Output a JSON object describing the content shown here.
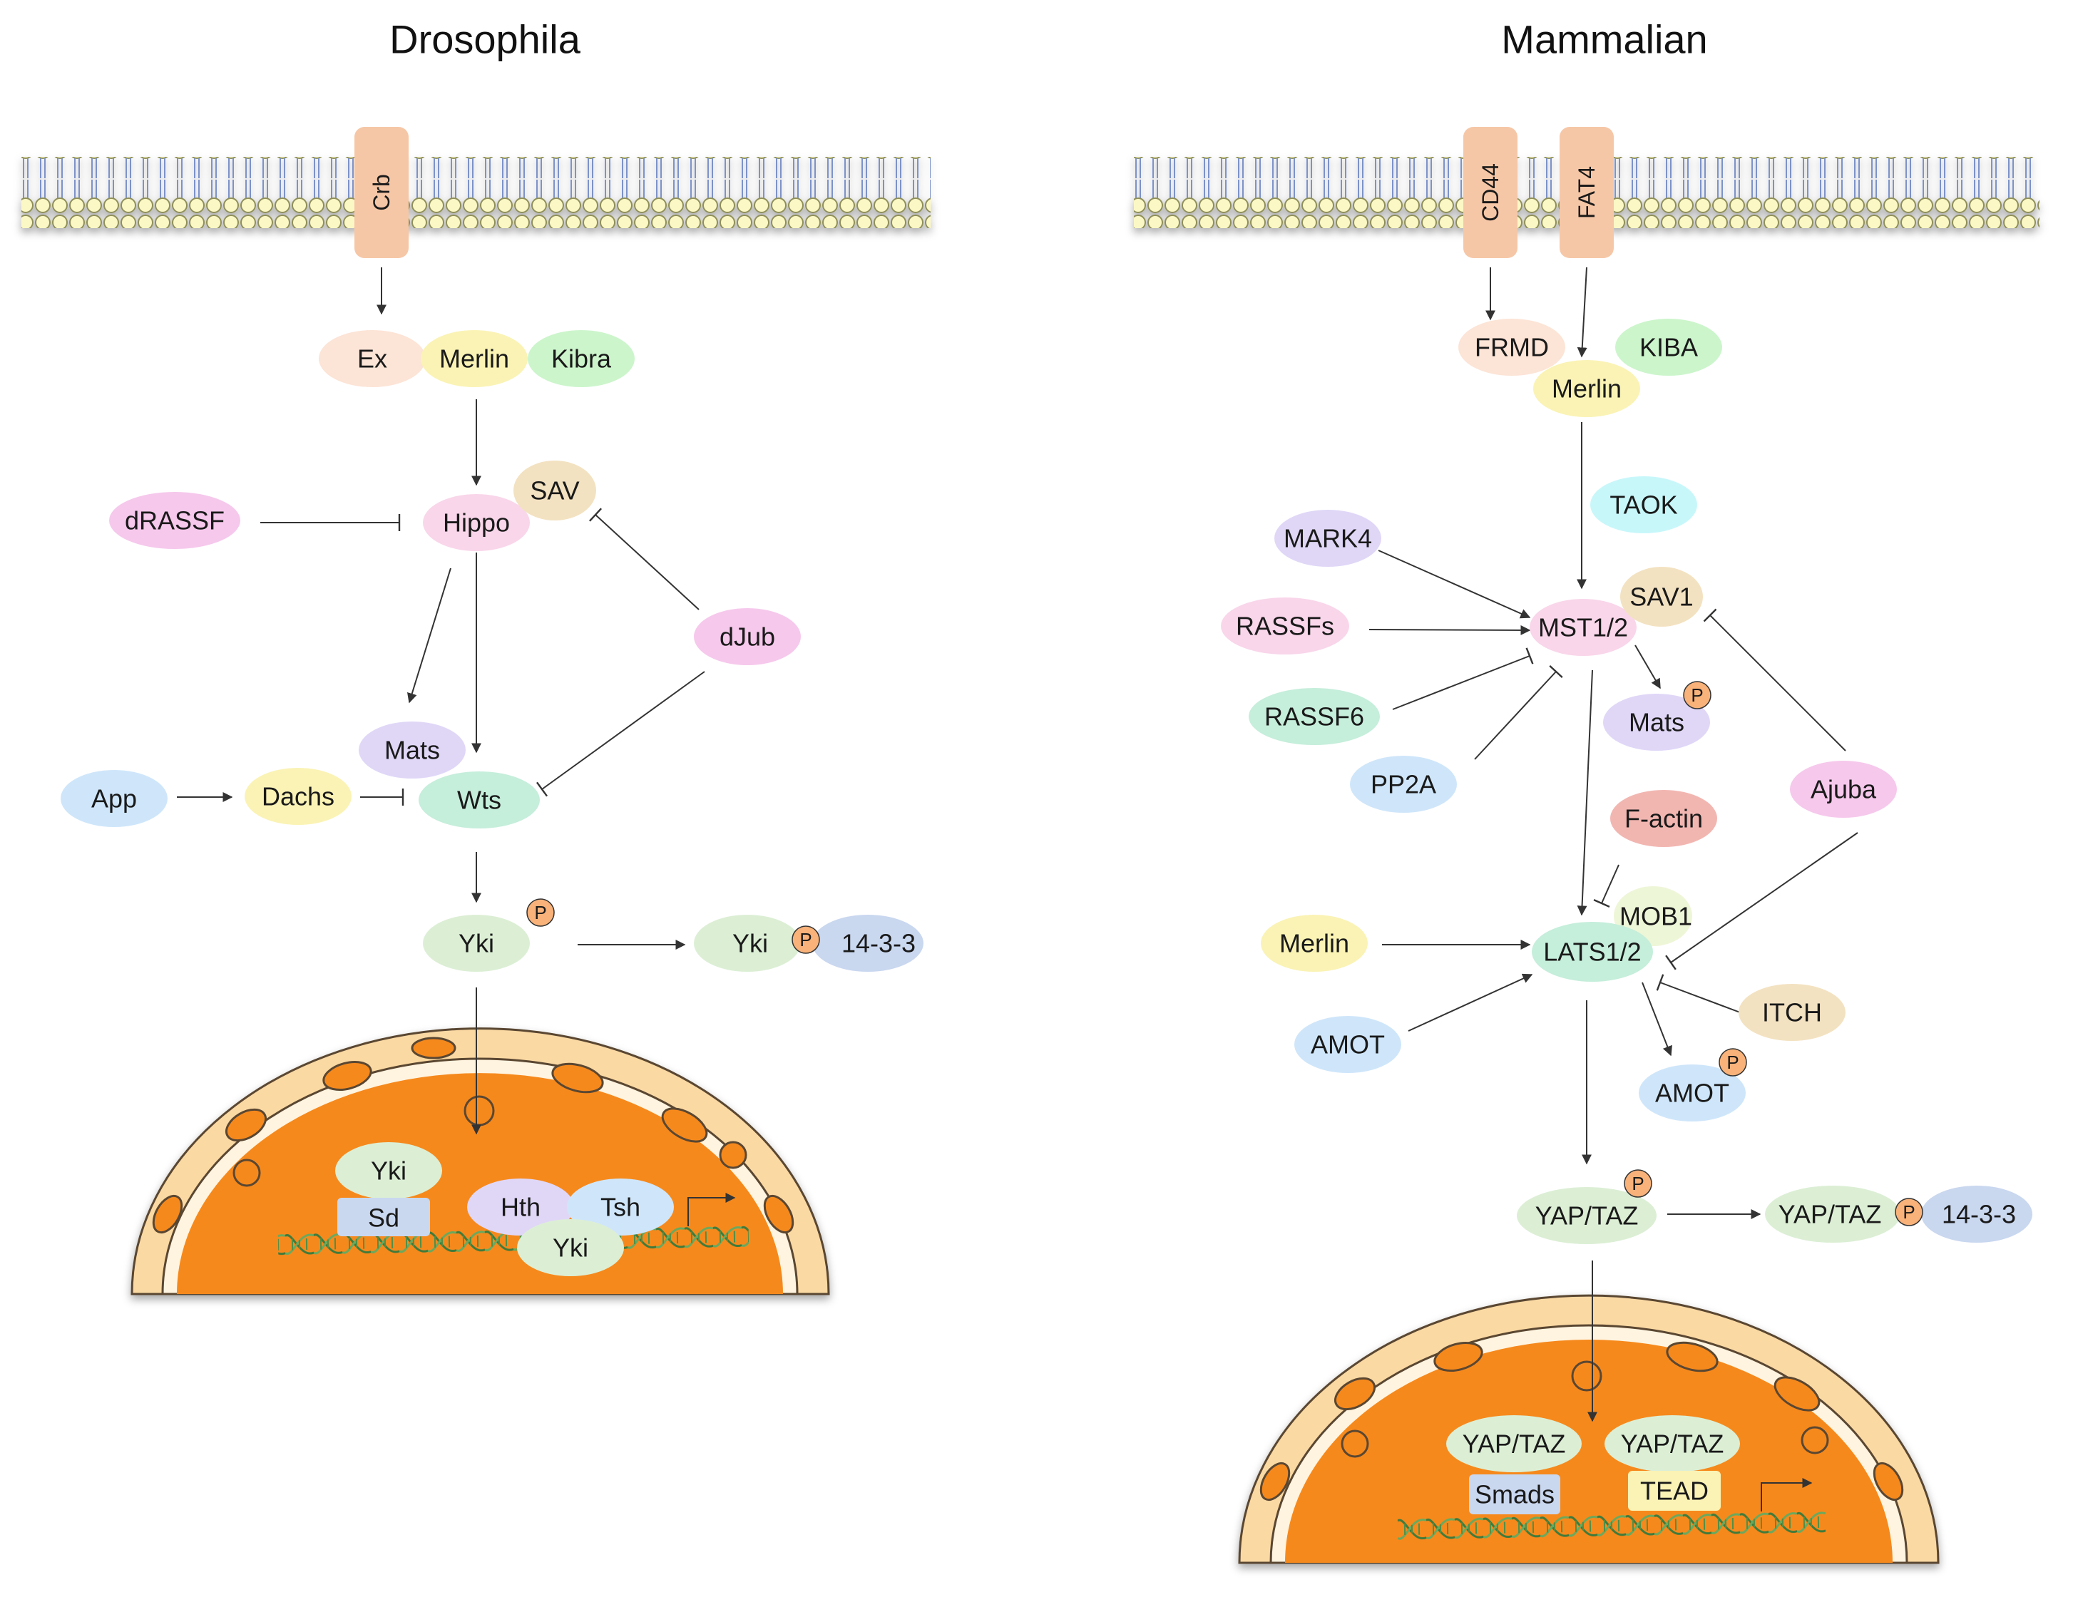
{
  "titles": {
    "left": "Drosophila",
    "right": "Mammalian"
  },
  "drosophila": {
    "receptor": "Crb",
    "ex": "Ex",
    "merlin": "Merlin",
    "kibra": "Kibra",
    "drassf": "dRASSF",
    "hippo": "Hippo",
    "sav": "SAV",
    "djub": "dJub",
    "mats": "Mats",
    "wts": "Wts",
    "app": "App",
    "dachs": "Dachs",
    "yki": "Yki",
    "yki2": "Yki",
    "p1": "P",
    "p2": "P",
    "p1433": "14-3-3",
    "nucleus": {
      "yki": "Yki",
      "sd": "Sd",
      "hth": "Hth",
      "tsh": "Tsh",
      "yki2": "Yki"
    }
  },
  "mammalian": {
    "receptors": [
      "CD44",
      "FAT4"
    ],
    "frmd": "FRMD",
    "kiba": "KIBA",
    "merlin": "Merlin",
    "taok": "TAOK",
    "mark4": "MARK4",
    "rassfs": "RASSFs",
    "rassf6": "RASSF6",
    "pp2a": "PP2A",
    "mst": "MST1/2",
    "sav1": "SAV1",
    "mats": "Mats",
    "ajuba": "Ajuba",
    "factin": "F-actin",
    "mob1": "MOB1",
    "merlin2": "Merlin",
    "lats": "LATS1/2",
    "amot": "AMOT",
    "itch": "ITCH",
    "amot2": "AMOT",
    "yaptaz": "YAP/TAZ",
    "yaptaz2": "YAP/TAZ",
    "p1433": "14-3-3",
    "p_mats": "P",
    "p_amot": "P",
    "p_yap": "P",
    "p_yap2": "P",
    "nucleus": {
      "yaptaz_a": "YAP/TAZ",
      "yaptaz_b": "YAP/TAZ",
      "smads": "Smads",
      "tead": "TEAD"
    }
  },
  "colors": {
    "peach": "#fce4d6",
    "yellow": "#faf3b5",
    "green": "#ccf5cc",
    "pink": "#f9d6ea",
    "tan": "#f3e2c1",
    "magenta": "#f6c8ec",
    "lavender": "#e0d7f7",
    "mint": "#c5eedb",
    "blue": "#cfe6fa",
    "lightgreen": "#dcefd5",
    "slate": "#c9d7ef",
    "cyan": "#c8f7fa",
    "red": "#f2b6b1",
    "receptor": "#f6c7a7",
    "phospho": "#f8b27a",
    "nucleus": "#f6891f",
    "envelope": "#fbd9a3"
  }
}
